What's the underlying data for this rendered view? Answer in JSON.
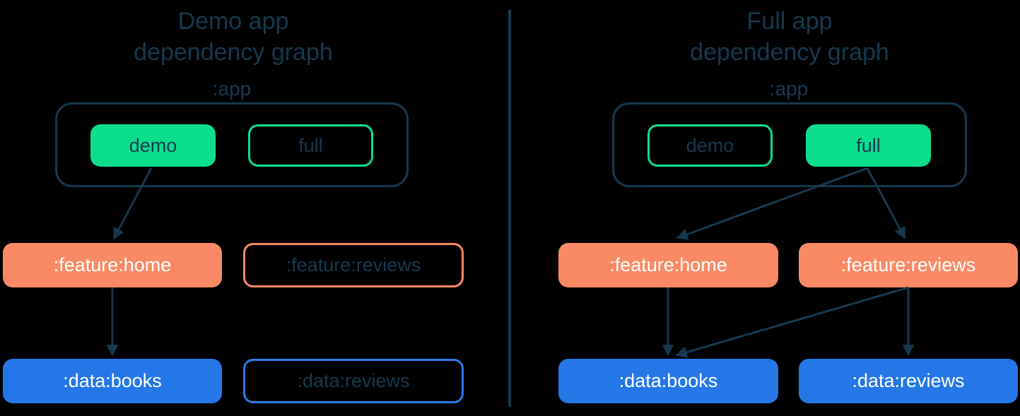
{
  "figure": {
    "background": "#000000",
    "ink_color": "#14394E",
    "green_color": "#0BDF8C",
    "orange_color": "#FA8A65",
    "blue_color": "#2577E8",
    "blue_outline_color": "#2E7BE9"
  },
  "panels": [
    {
      "title_line1": "Demo app",
      "title_line2": "dependency graph",
      "app_label": ":app",
      "variants": [
        {
          "label": "demo",
          "state": "selected"
        },
        {
          "label": "full",
          "state": "unselected"
        }
      ],
      "features": [
        {
          "label": ":feature:home",
          "state": "included"
        },
        {
          "label": ":feature:reviews",
          "state": "excluded"
        }
      ],
      "data_modules": [
        {
          "label": ":data:books",
          "state": "included"
        },
        {
          "label": ":data:reviews",
          "state": "excluded"
        }
      ],
      "edges": [
        "demo -> :feature:home",
        ":feature:home -> :data:books"
      ]
    },
    {
      "title_line1": "Full app",
      "title_line2": "dependency graph",
      "app_label": ":app",
      "variants": [
        {
          "label": "demo",
          "state": "unselected"
        },
        {
          "label": "full",
          "state": "selected"
        }
      ],
      "features": [
        {
          "label": ":feature:home",
          "state": "included"
        },
        {
          "label": ":feature:reviews",
          "state": "included"
        }
      ],
      "data_modules": [
        {
          "label": ":data:books",
          "state": "included"
        },
        {
          "label": ":data:reviews",
          "state": "included"
        }
      ],
      "edges": [
        "full -> :feature:home",
        "full -> :feature:reviews",
        ":feature:home -> :data:books",
        ":feature:reviews -> :data:books",
        ":feature:reviews -> :data:reviews"
      ]
    }
  ]
}
